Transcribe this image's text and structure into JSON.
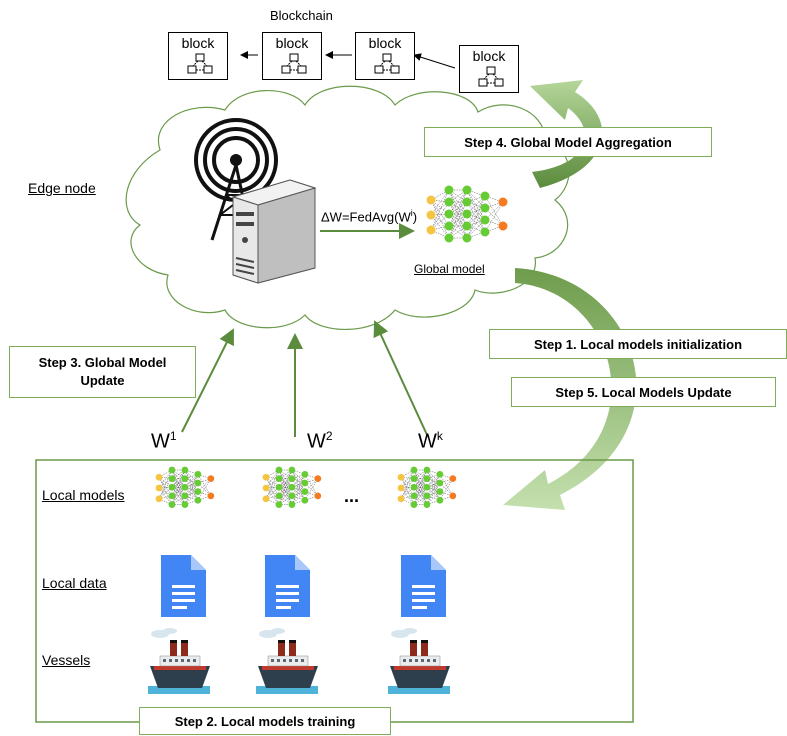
{
  "blockchain": {
    "title": "Blockchain",
    "block_label": "block"
  },
  "edge": {
    "edge_node_label": "Edge node",
    "formula": "ΔW=FedAvg(W",
    "formula_sup": "i",
    "formula_close": ")",
    "global_model_label": "Global model"
  },
  "steps": {
    "step4": "Step 4. Global Model Aggregation",
    "step1": "Step 1. Local models initialization",
    "step5": "Step 5. Local Models Update",
    "step3": "Step 3. Global Model Update",
    "step2": "Step 2. Local models training"
  },
  "weights": {
    "w1_base": "W",
    "w1_sup": "1",
    "w2_base": "W",
    "w2_sup": "2",
    "wk_base": "W",
    "wk_sup": "k"
  },
  "local": {
    "models_label": "Local models",
    "data_label": "Local data",
    "vessels_label": "Vessels",
    "ellipsis": "..."
  },
  "colors": {
    "arrow_dark": "#5b8b3c",
    "arrow_light": "#b5d69a",
    "node_green": "#66cc33",
    "node_yellow": "#f5c542",
    "node_orange": "#f47b20",
    "doc_blue": "#4285f4"
  }
}
